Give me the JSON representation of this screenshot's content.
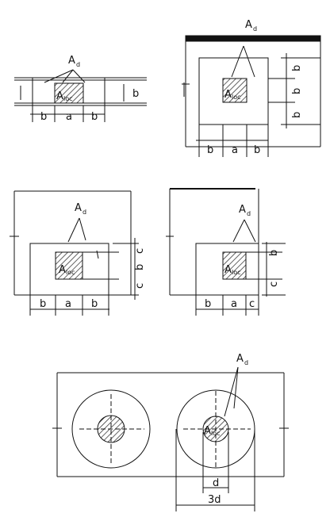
{
  "labels": {
    "ad": "A",
    "ad_sub": "d",
    "aloc": "A",
    "aloc_sub": "loc",
    "a": "a",
    "b": "b",
    "c": "c",
    "d": "d",
    "three_d": "3d"
  },
  "colors": {
    "line": "#111111",
    "hatch": "#222222",
    "background": "#ffffff"
  }
}
